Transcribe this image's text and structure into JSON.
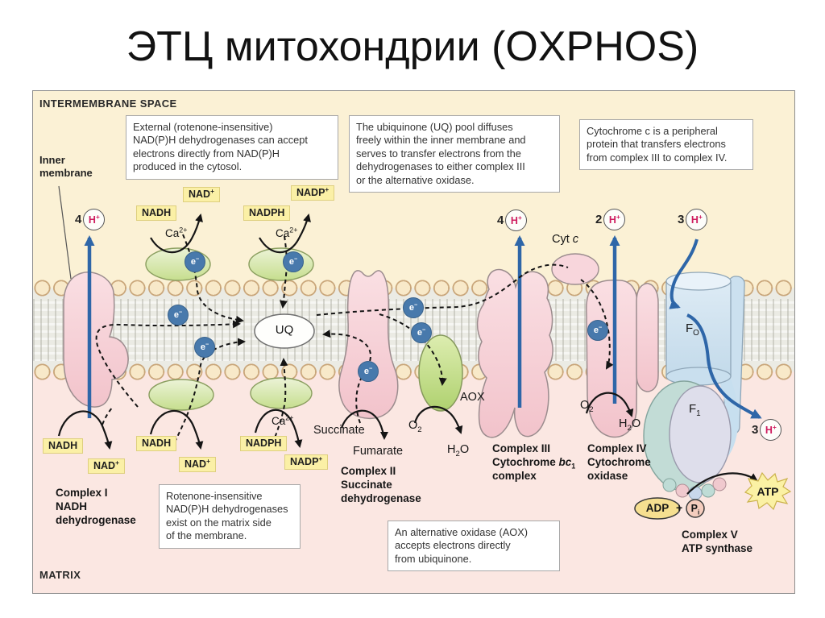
{
  "title": "ЭТЦ митохондрии (OXPHOS)",
  "regions": {
    "intermembrane_space": "INTERMEMBRANE SPACE",
    "inner_membrane": "Inner\nmembrane",
    "matrix": "MATRIX"
  },
  "callouts": {
    "external_dehydrogenases": "External (rotenone-insensitive)\nNAD(P)H dehydrogenases can accept\nelectrons directly from NAD(P)H\nproduced in the cytosol.",
    "uq_pool": "The ubiquinone (UQ) pool diffuses\nfreely within the inner membrane and\nserves to transfer electrons from the\ndehydrogenases to either complex III\nor the alternative oxidase.",
    "cytochrome_c": "Cytochrome c is a peripheral\nprotein that transfers electrons\nfrom complex III to complex IV.",
    "rotenone_insensitive": "Rotenone-insensitive\nNAD(P)H dehydrogenases\nexist on the matrix side\nof the membrane.",
    "alternative_oxidase": "An alternative oxidase (AOX)\naccepts electrons directly\nfrom ubiquinone."
  },
  "molecules": {
    "nadh": "NADH",
    "nad": "NAD^+^",
    "nadph": "NADPH",
    "nadp": "NADP^+^",
    "ca": "Ca^2+^",
    "h": "H^+^",
    "e": "e^−^",
    "uq": "UQ",
    "aox": "AOX",
    "succinate": "Succinate",
    "fumarate": "Fumarate",
    "o2": "O_2_",
    "h2o": "H_2_O",
    "cyt_c": "Cyt *c*",
    "adp": "ADP",
    "plus": "+",
    "pi": "P_i_",
    "atp": "ATP",
    "fo": "F_O_",
    "f1": "F_1_"
  },
  "protons": {
    "complex_i": "4",
    "complex_iii": "4",
    "complex_iv": "2",
    "synthase_top": "3",
    "synthase_bottom": "3"
  },
  "complex_labels": {
    "complex_i": "Complex I\nNADH\ndehydrogenase",
    "complex_ii": "Complex II\nSuccinate\ndehydrogenase",
    "complex_iii": "Complex III\nCytochrome *bc*_1_\ncomplex",
    "complex_iv": "Complex IV\nCytochrome\noxidase",
    "complex_v": "Complex V\nATP synthase"
  },
  "colors": {
    "intermembrane_bg": "#FBF1D5",
    "matrix_bg": "#FBE7E2",
    "membrane_bg": "#EBEBE4",
    "lipid_head": "#F8E9C9",
    "protein_pink": "#F5CED4",
    "protein_green": "#CCE29A",
    "electron_badge_blue": "#4879AC",
    "proton_arrow_blue": "#2E66A8",
    "h_plus_red": "#CE1C5F",
    "chip_yellow": "#FBF0A6"
  }
}
